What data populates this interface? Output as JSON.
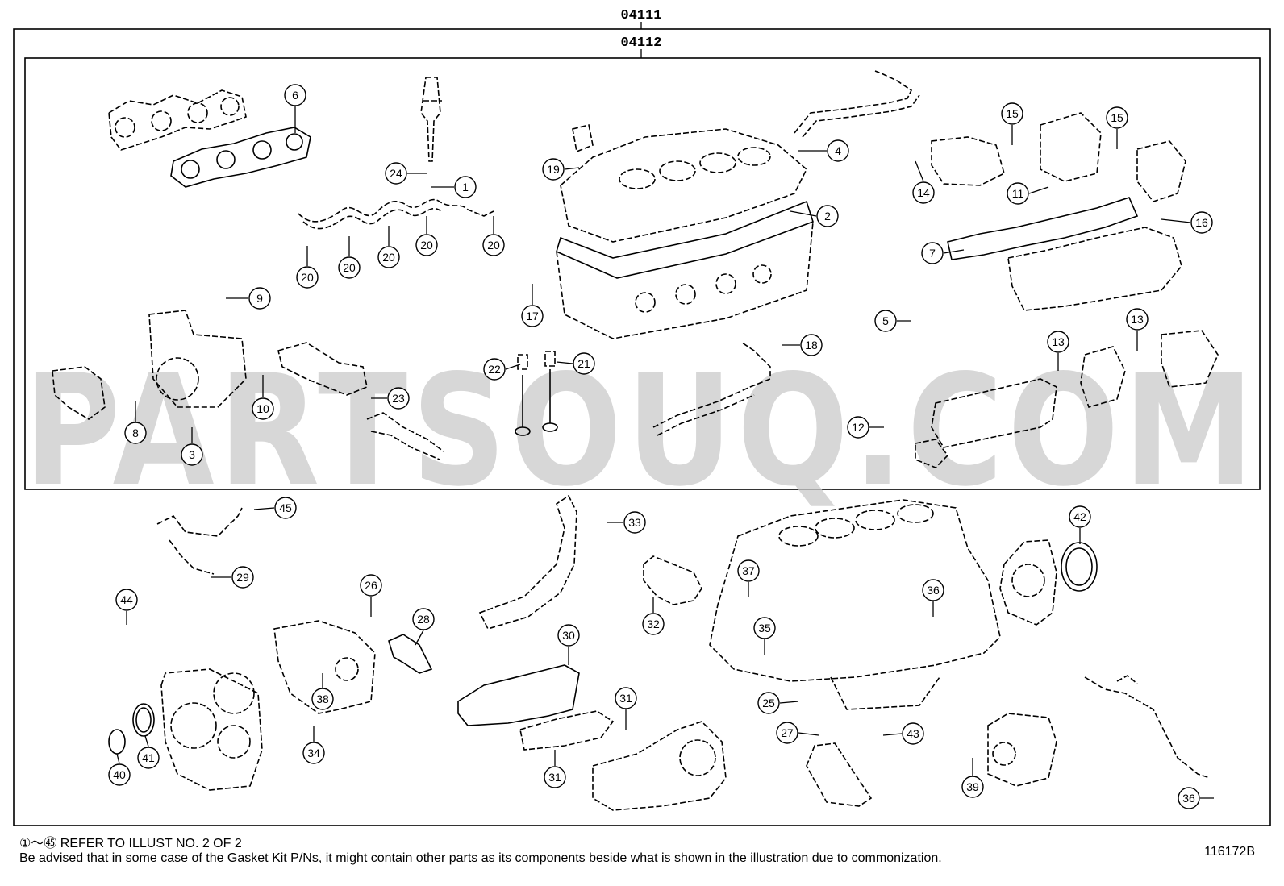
{
  "assembly_codes": {
    "outer": "04111",
    "inner": "04112"
  },
  "watermark": "PARTSOUQ.COM",
  "callouts": [
    {
      "label": "6"
    },
    {
      "label": "24"
    },
    {
      "label": "1"
    },
    {
      "label": "19"
    },
    {
      "label": "4"
    },
    {
      "label": "15"
    },
    {
      "label": "15"
    },
    {
      "label": "2"
    },
    {
      "label": "14"
    },
    {
      "label": "11"
    },
    {
      "label": "16"
    },
    {
      "label": "7"
    },
    {
      "label": "20"
    },
    {
      "label": "20"
    },
    {
      "label": "20"
    },
    {
      "label": "20"
    },
    {
      "label": "20"
    },
    {
      "label": "9"
    },
    {
      "label": "17"
    },
    {
      "label": "5"
    },
    {
      "label": "13"
    },
    {
      "label": "13"
    },
    {
      "label": "18"
    },
    {
      "label": "22"
    },
    {
      "label": "21"
    },
    {
      "label": "10"
    },
    {
      "label": "23"
    },
    {
      "label": "8"
    },
    {
      "label": "3"
    },
    {
      "label": "12"
    },
    {
      "label": "45"
    },
    {
      "label": "33"
    },
    {
      "label": "42"
    },
    {
      "label": "29"
    },
    {
      "label": "37"
    },
    {
      "label": "36"
    },
    {
      "label": "44"
    },
    {
      "label": "26"
    },
    {
      "label": "28"
    },
    {
      "label": "32"
    },
    {
      "label": "35"
    },
    {
      "label": "30"
    },
    {
      "label": "38"
    },
    {
      "label": "31"
    },
    {
      "label": "25"
    },
    {
      "label": "27"
    },
    {
      "label": "43"
    },
    {
      "label": "34"
    },
    {
      "label": "41"
    },
    {
      "label": "40"
    },
    {
      "label": "31"
    },
    {
      "label": "39"
    },
    {
      "label": "36"
    }
  ],
  "footer": {
    "reference_note": "①〜㊺ REFER TO ILLUST NO. 2 OF 2",
    "disclaimer": "Be advised that in some case of the Gasket Kit P/Ns,  it might contain other parts as its components beside what is shown in the illustration due to commonization.",
    "diagram_id": "116172B"
  }
}
